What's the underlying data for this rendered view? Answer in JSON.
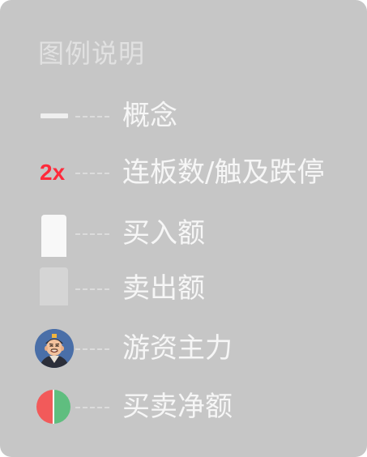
{
  "legend": {
    "title": "图例说明",
    "items": [
      {
        "label": "概念",
        "icon": "concept-line-icon"
      },
      {
        "label": "连板数/触及跌停",
        "icon": "multiplier-badge",
        "badge": "2x",
        "badge_color": "#ff2a3b"
      },
      {
        "label": "买入额",
        "icon": "buy-bar-icon"
      },
      {
        "label": "卖出额",
        "icon": "sell-bar-icon"
      },
      {
        "label": "游资主力",
        "icon": "trader-avatar-icon"
      },
      {
        "label": "买卖净额",
        "icon": "net-circle-icon",
        "colors": [
          "#f25a5a",
          "#5fbe7f"
        ]
      }
    ]
  },
  "colors": {
    "panel_bg": "#c6c6c6",
    "text": "#f6f6f6",
    "title": "#e1e1e1"
  }
}
